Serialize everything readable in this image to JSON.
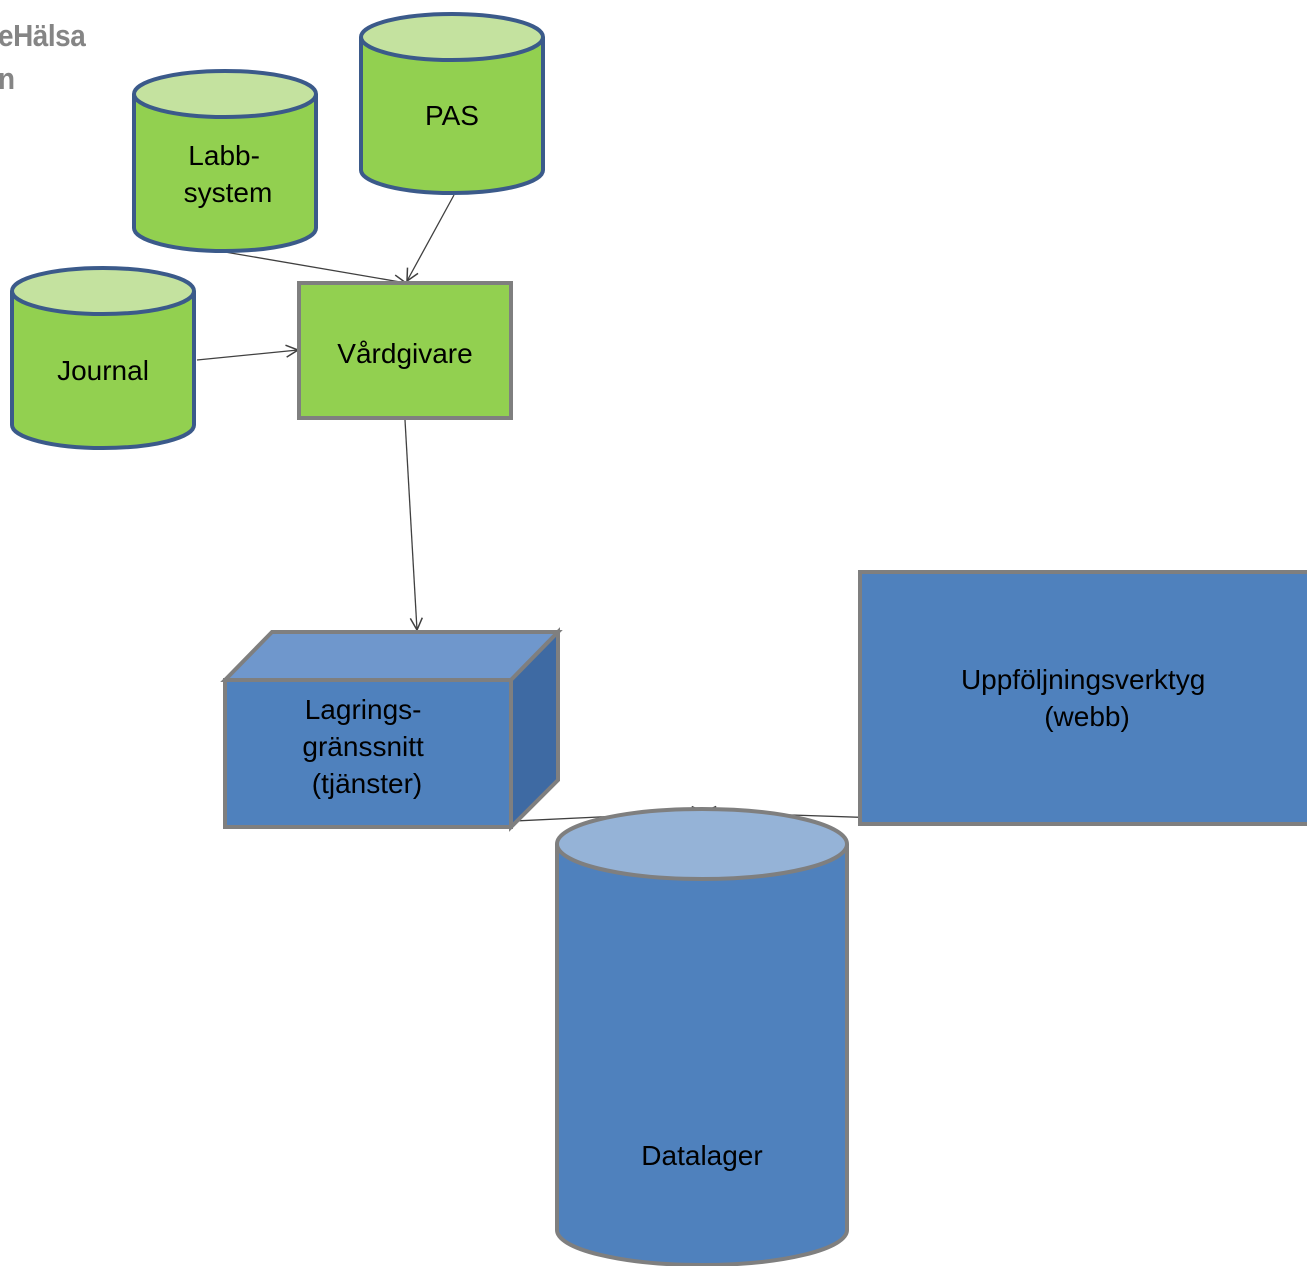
{
  "logo": {
    "line1": "eHälsa",
    "line2": "n"
  },
  "nodes": {
    "pas": {
      "label": [
        "PAS"
      ]
    },
    "labbsystem": {
      "label": [
        "Labb-",
        "system"
      ]
    },
    "journal": {
      "label": [
        "Journal"
      ]
    },
    "vardgivare": {
      "label": [
        "Vårdgivare"
      ]
    },
    "lagring": {
      "label": [
        "Lagrings-",
        "gränssnitt",
        "(tjänster)"
      ]
    },
    "uppfoljning": {
      "label": [
        "Uppföljningsverktyg",
        "(webb)"
      ]
    },
    "datalager": {
      "label": [
        "Datalager"
      ]
    }
  },
  "colors": {
    "green_fill": "#92d050",
    "green_top": "#c4e29f",
    "blue_fill": "#4f81bd",
    "blue_top": "#95b3d7",
    "blue_box_top": "#6f97cc",
    "blue_box_side": "#3e6aa3",
    "stroke_green": "#3b5a8a",
    "stroke_gray": "#7f7f7f",
    "arrow": "#404040"
  }
}
